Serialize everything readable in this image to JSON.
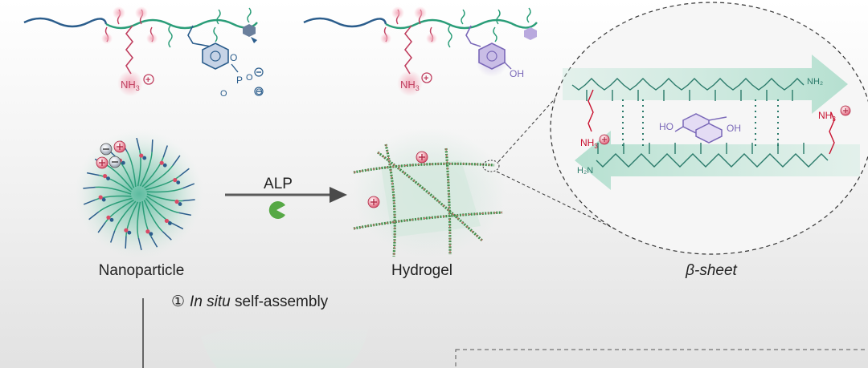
{
  "labels": {
    "nanoparticle": "Nanoparticle",
    "hydrogel": "Hydrogel",
    "beta_sheet": "β-sheet",
    "enzyme": "ALP",
    "step_number": "①",
    "step_italic": "In situ",
    "step_rest": " self-assembly"
  },
  "chem": {
    "nh3": "NH",
    "sub3": "3",
    "p": "P",
    "o": "O",
    "oh": "OH",
    "ho": "HO",
    "h2n": "H₂N",
    "nh2": "NH₂",
    "n": "N",
    "h": "H",
    "plus": "+",
    "minus": "−"
  },
  "colors": {
    "blue_chain": "#2b5d8c",
    "green_chain": "#2a9d78",
    "pink": "#c04060",
    "purple": "#7a68b8",
    "red_nh3": "#c8102e",
    "structure_teal": "#2a7a6a"
  }
}
